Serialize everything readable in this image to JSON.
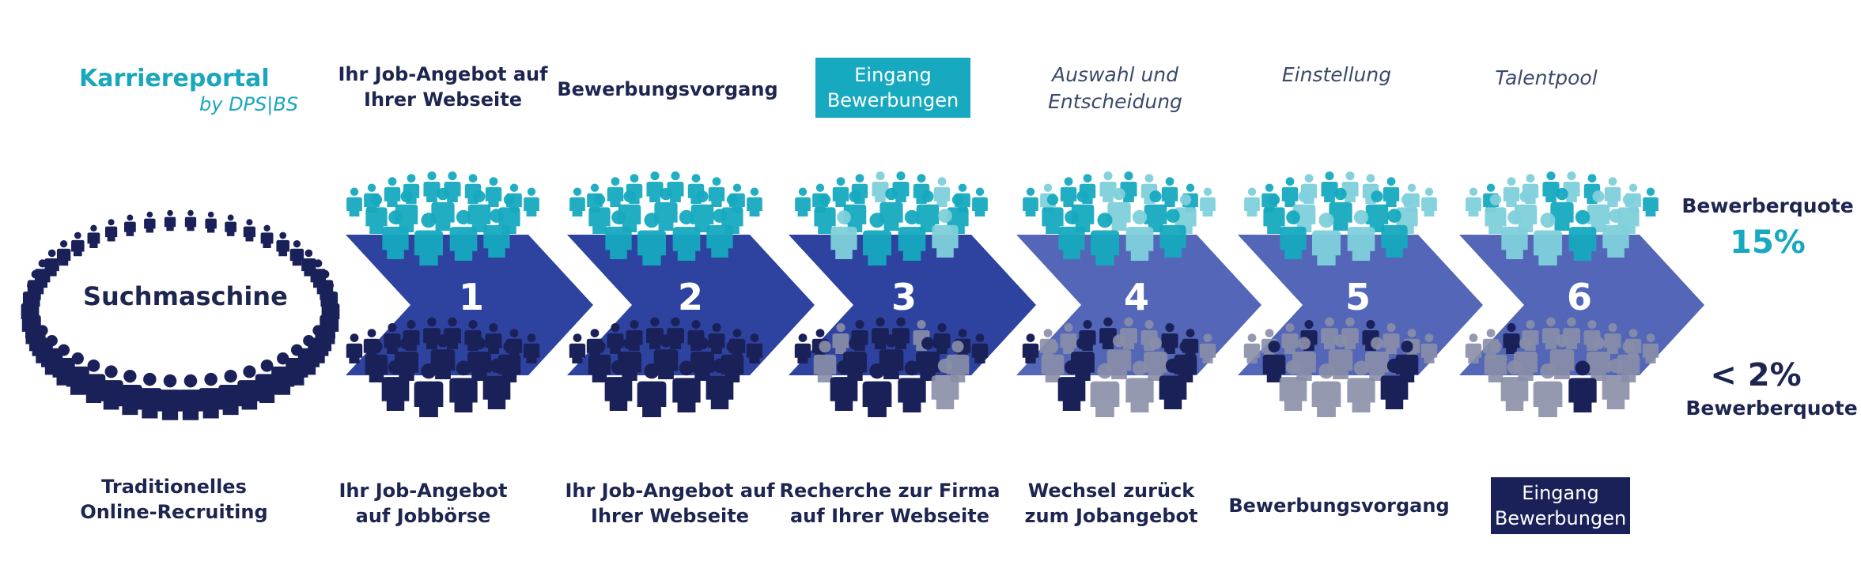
{
  "brand": {
    "name": "Karriereportal",
    "tagline": "by DPS|BS"
  },
  "top_steps": [
    {
      "label": [
        "Ihr Job-Angebot auf",
        "Ihrer Webseite"
      ],
      "style": "bold"
    },
    {
      "label": [
        "Bewerbungsvorgang"
      ],
      "style": "bold"
    },
    {
      "label": [
        "Eingang",
        "Bewerbungen"
      ],
      "style": "box"
    },
    {
      "label": [
        "Auswahl und",
        "Entscheidung"
      ],
      "style": "italic"
    },
    {
      "label": [
        "Einstellung"
      ],
      "style": "italic"
    },
    {
      "label": [
        "Talentpool"
      ],
      "style": "italic"
    }
  ],
  "step_numbers": [
    "1",
    "2",
    "3",
    "4",
    "5",
    "6"
  ],
  "traditional": {
    "search_label": "Suchmaschine",
    "title": [
      "Traditionelles",
      "Online-Recruiting"
    ]
  },
  "bottom_steps": [
    {
      "label": [
        "Ihr Job-Angebot",
        "auf Jobbörse"
      ],
      "style": "bold"
    },
    {
      "label": [
        "Ihr Job-Angebot auf",
        "Ihrer Webseite"
      ],
      "style": "bold"
    },
    {
      "label": [
        "Recherche zur Firma",
        "auf Ihrer Webseite"
      ],
      "style": "bold"
    },
    {
      "label": [
        "Wechsel zurück",
        "zum Jobangebot"
      ],
      "style": "bold"
    },
    {
      "label": [
        "Bewerbungsvorgang"
      ],
      "style": "bold"
    },
    {
      "label": [
        "Eingang",
        "Bewerbungen"
      ],
      "style": "box"
    }
  ],
  "rates": {
    "portal_label": "Bewerberquote",
    "portal_value": "15%",
    "traditional_value": "< 2%",
    "traditional_label": "Bewerberquote"
  },
  "colors": {
    "teal": "#16a9bf",
    "teal_light": "#7fd0dc",
    "navy": "#1a2159",
    "navy_faded": "#8a8fa8",
    "arrow_dark": "#2e43a0",
    "arrow_light": "#5466b8"
  },
  "icons": [
    "person-icon"
  ]
}
